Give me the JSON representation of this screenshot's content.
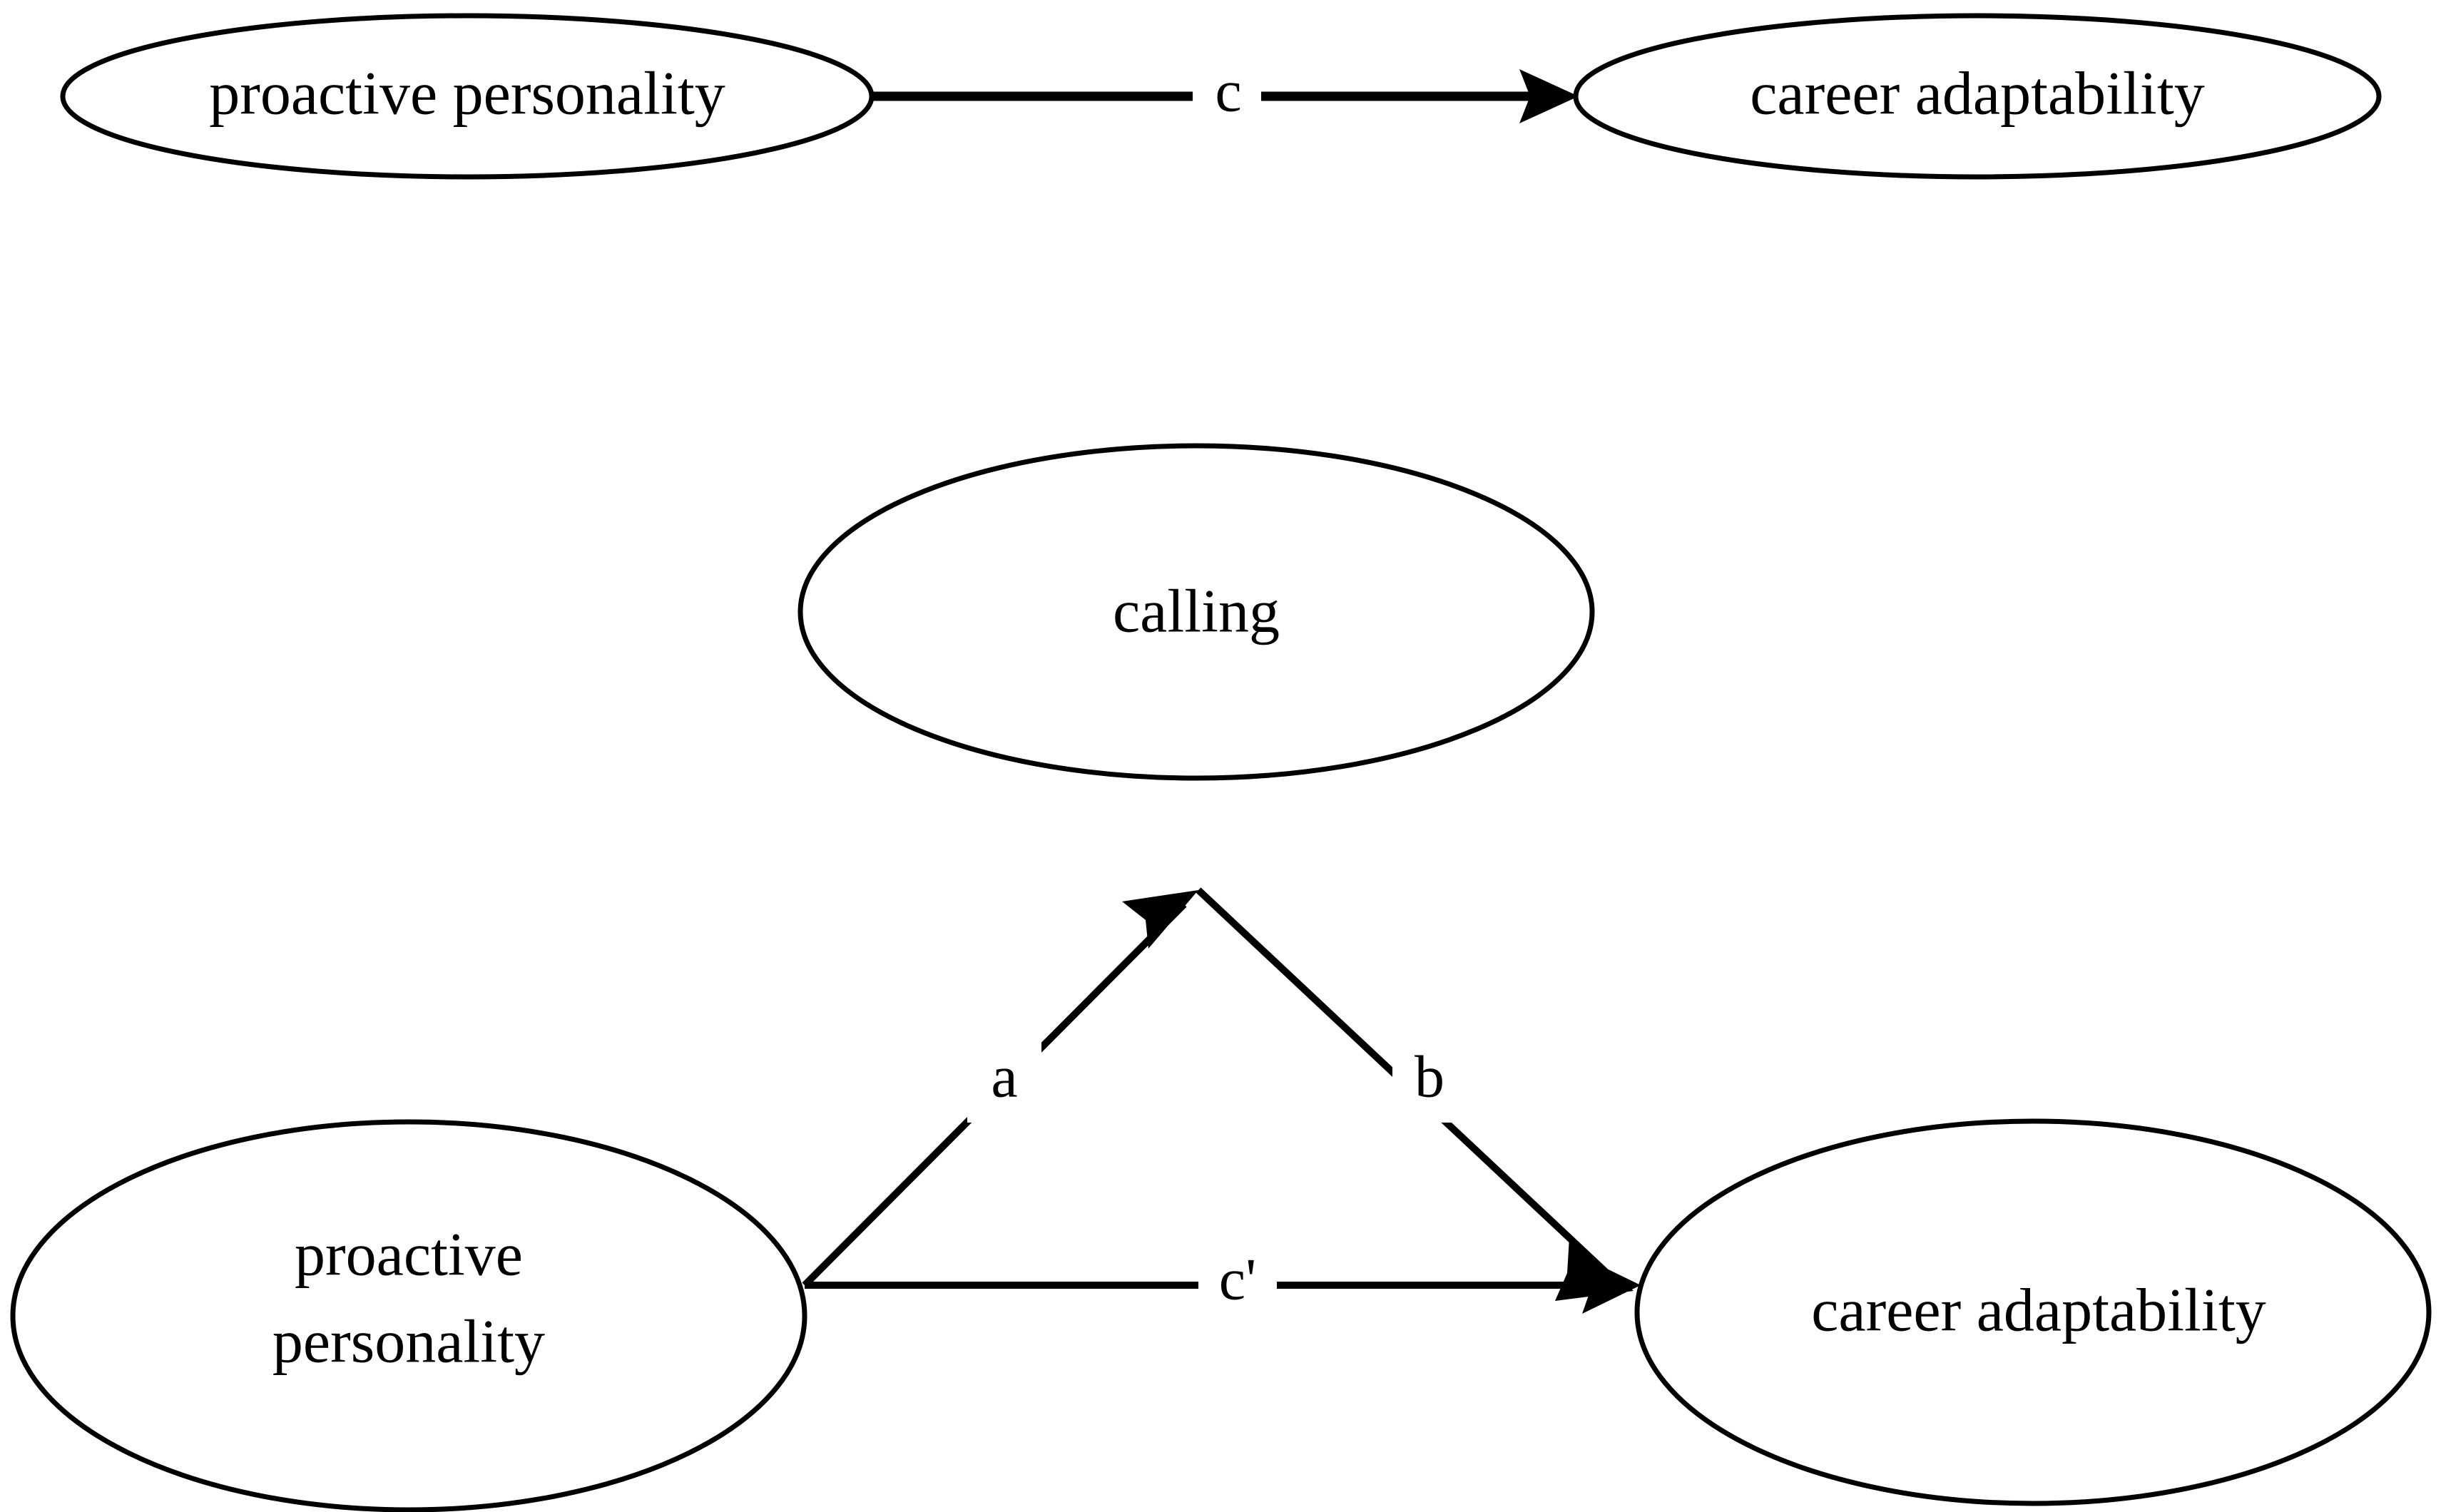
{
  "diagram": {
    "title": "Mediation model: calling as mediator between proactive personality and career adaptability",
    "type": "path-diagram",
    "stroke_color": "#000000",
    "fill_color": "#ffffff",
    "panels": [
      {
        "id": "total-effect",
        "name": "total-effect-model",
        "nodes": [
          {
            "id": "pp-top",
            "label": "proactive personality",
            "lines": [
              "proactive personality"
            ]
          },
          {
            "id": "ca-top",
            "label": "career adaptability",
            "lines": [
              "career adaptability"
            ]
          }
        ],
        "paths": [
          {
            "id": "c",
            "label": "c",
            "from": "pp-top",
            "to": "ca-top",
            "arrow": true
          }
        ]
      },
      {
        "id": "mediation-model",
        "name": "mediation-model",
        "nodes": [
          {
            "id": "calling",
            "label": "calling",
            "lines": [
              "calling"
            ]
          },
          {
            "id": "pp-bottom",
            "label": "proactive personality",
            "lines": [
              "proactive",
              "personality"
            ]
          },
          {
            "id": "ca-bottom",
            "label": "career adaptability",
            "lines": [
              "career adaptability"
            ]
          }
        ],
        "paths": [
          {
            "id": "a",
            "label": "a",
            "from": "pp-bottom",
            "to": "calling",
            "arrow": true
          },
          {
            "id": "b",
            "label": "b",
            "from": "calling",
            "to": "ca-bottom",
            "arrow": true
          },
          {
            "id": "cprime",
            "label": "c'",
            "from": "pp-bottom",
            "to": "ca-bottom",
            "arrow": true
          }
        ]
      }
    ]
  },
  "nodes": {
    "pp_top": {
      "line1": "proactive personality"
    },
    "ca_top": {
      "line1": "career adaptability"
    },
    "calling": {
      "line1": "calling"
    },
    "pp_bottom": {
      "line1": "proactive",
      "line2": "personality"
    },
    "ca_bottom": {
      "line1": "career adaptability"
    }
  },
  "paths": {
    "c": {
      "label": "c"
    },
    "a": {
      "label": "a"
    },
    "b": {
      "label": "b"
    },
    "cprime": {
      "label": "c'"
    }
  }
}
